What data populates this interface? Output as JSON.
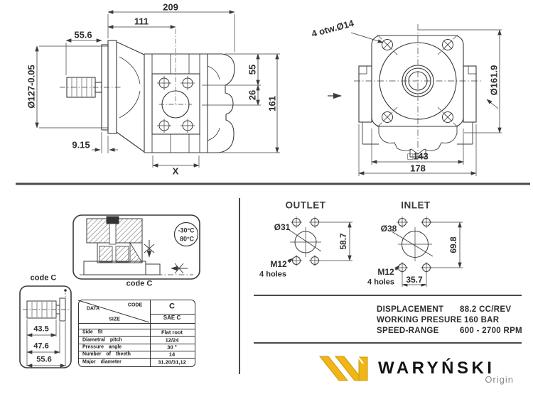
{
  "side_view": {
    "d209": "209",
    "d111": "111",
    "d556": "55.6",
    "ddia": "Ø127-0.05",
    "d915": "9.15",
    "dX": "X",
    "d55": "55",
    "d26": "26",
    "d161": "161"
  },
  "front_view": {
    "holes_note": "4 otw.Ø14",
    "ddia": "Ø161.9",
    "dsq": "□143",
    "d178": "178"
  },
  "ports": {
    "outlet": {
      "title": "OUTLET",
      "dia": "Ø31",
      "thread": "M12",
      "holes": "4 holes",
      "dv": "58.7"
    },
    "inlet": {
      "title": "INLET",
      "dia": "Ø38",
      "thread": "M12",
      "holes": "4 holes",
      "dv": "69.8",
      "dh": "35.7"
    }
  },
  "seal_box": {
    "temp_min": "-30°C",
    "temp_max": "80°C",
    "code": "code C"
  },
  "shaft_box": {
    "code": "code C",
    "d1": "43.5",
    "d2": "47.6",
    "d3": "55.6"
  },
  "spline_table": {
    "corner_top": "CODE",
    "corner_left": "DATA",
    "code_value": "C",
    "size_label": "SIZE",
    "size_value": "SAE C",
    "rows": [
      {
        "label": "Side fit",
        "value": "Flat root"
      },
      {
        "label": "Diametral pitch",
        "value": "12/24"
      },
      {
        "label": "Pressure angle",
        "value": "30 °"
      },
      {
        "label": "Number of theeth",
        "value": "14"
      },
      {
        "label": "Major diameter",
        "value": "31.20/31,12"
      }
    ]
  },
  "specs": {
    "rows": [
      {
        "label": "DISPLACEMENT",
        "value": "88.2 CC/REV"
      },
      {
        "label": "WORKING PRESURE",
        "value": "160 BAR"
      },
      {
        "label": "SPEED-RANGE",
        "value": "600 - 2700 RPM"
      }
    ]
  },
  "brand": {
    "name": "WARYŃSKI",
    "sub": "Origin",
    "accent_color": "#F1B616",
    "line_color": "#3a3a3a"
  }
}
